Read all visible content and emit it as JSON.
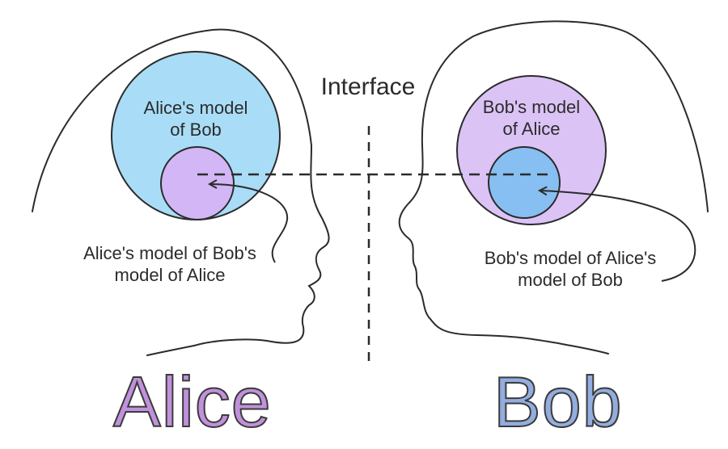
{
  "interface_label": "Interface",
  "alice": {
    "name": "Alice",
    "model_of_bob": [
      "Alice's model",
      "of Bob"
    ],
    "nested_caption": [
      "Alice's model of Bob's",
      "model of Alice"
    ]
  },
  "bob": {
    "name": "Bob",
    "model_of_alice": [
      "Bob's model",
      "of Alice"
    ],
    "nested_caption": [
      "Bob's model of Alice's",
      "model of Bob"
    ]
  },
  "colors": {
    "alice_accent": "#c191dc",
    "bob_accent": "#93addf",
    "alice_outer_fill": "#a9ddf7",
    "alice_inner_fill": "#d2b6f6",
    "bob_outer_fill": "#dcc3f6",
    "bob_inner_fill": "#88bff2",
    "stroke": "#2b2b2b"
  }
}
